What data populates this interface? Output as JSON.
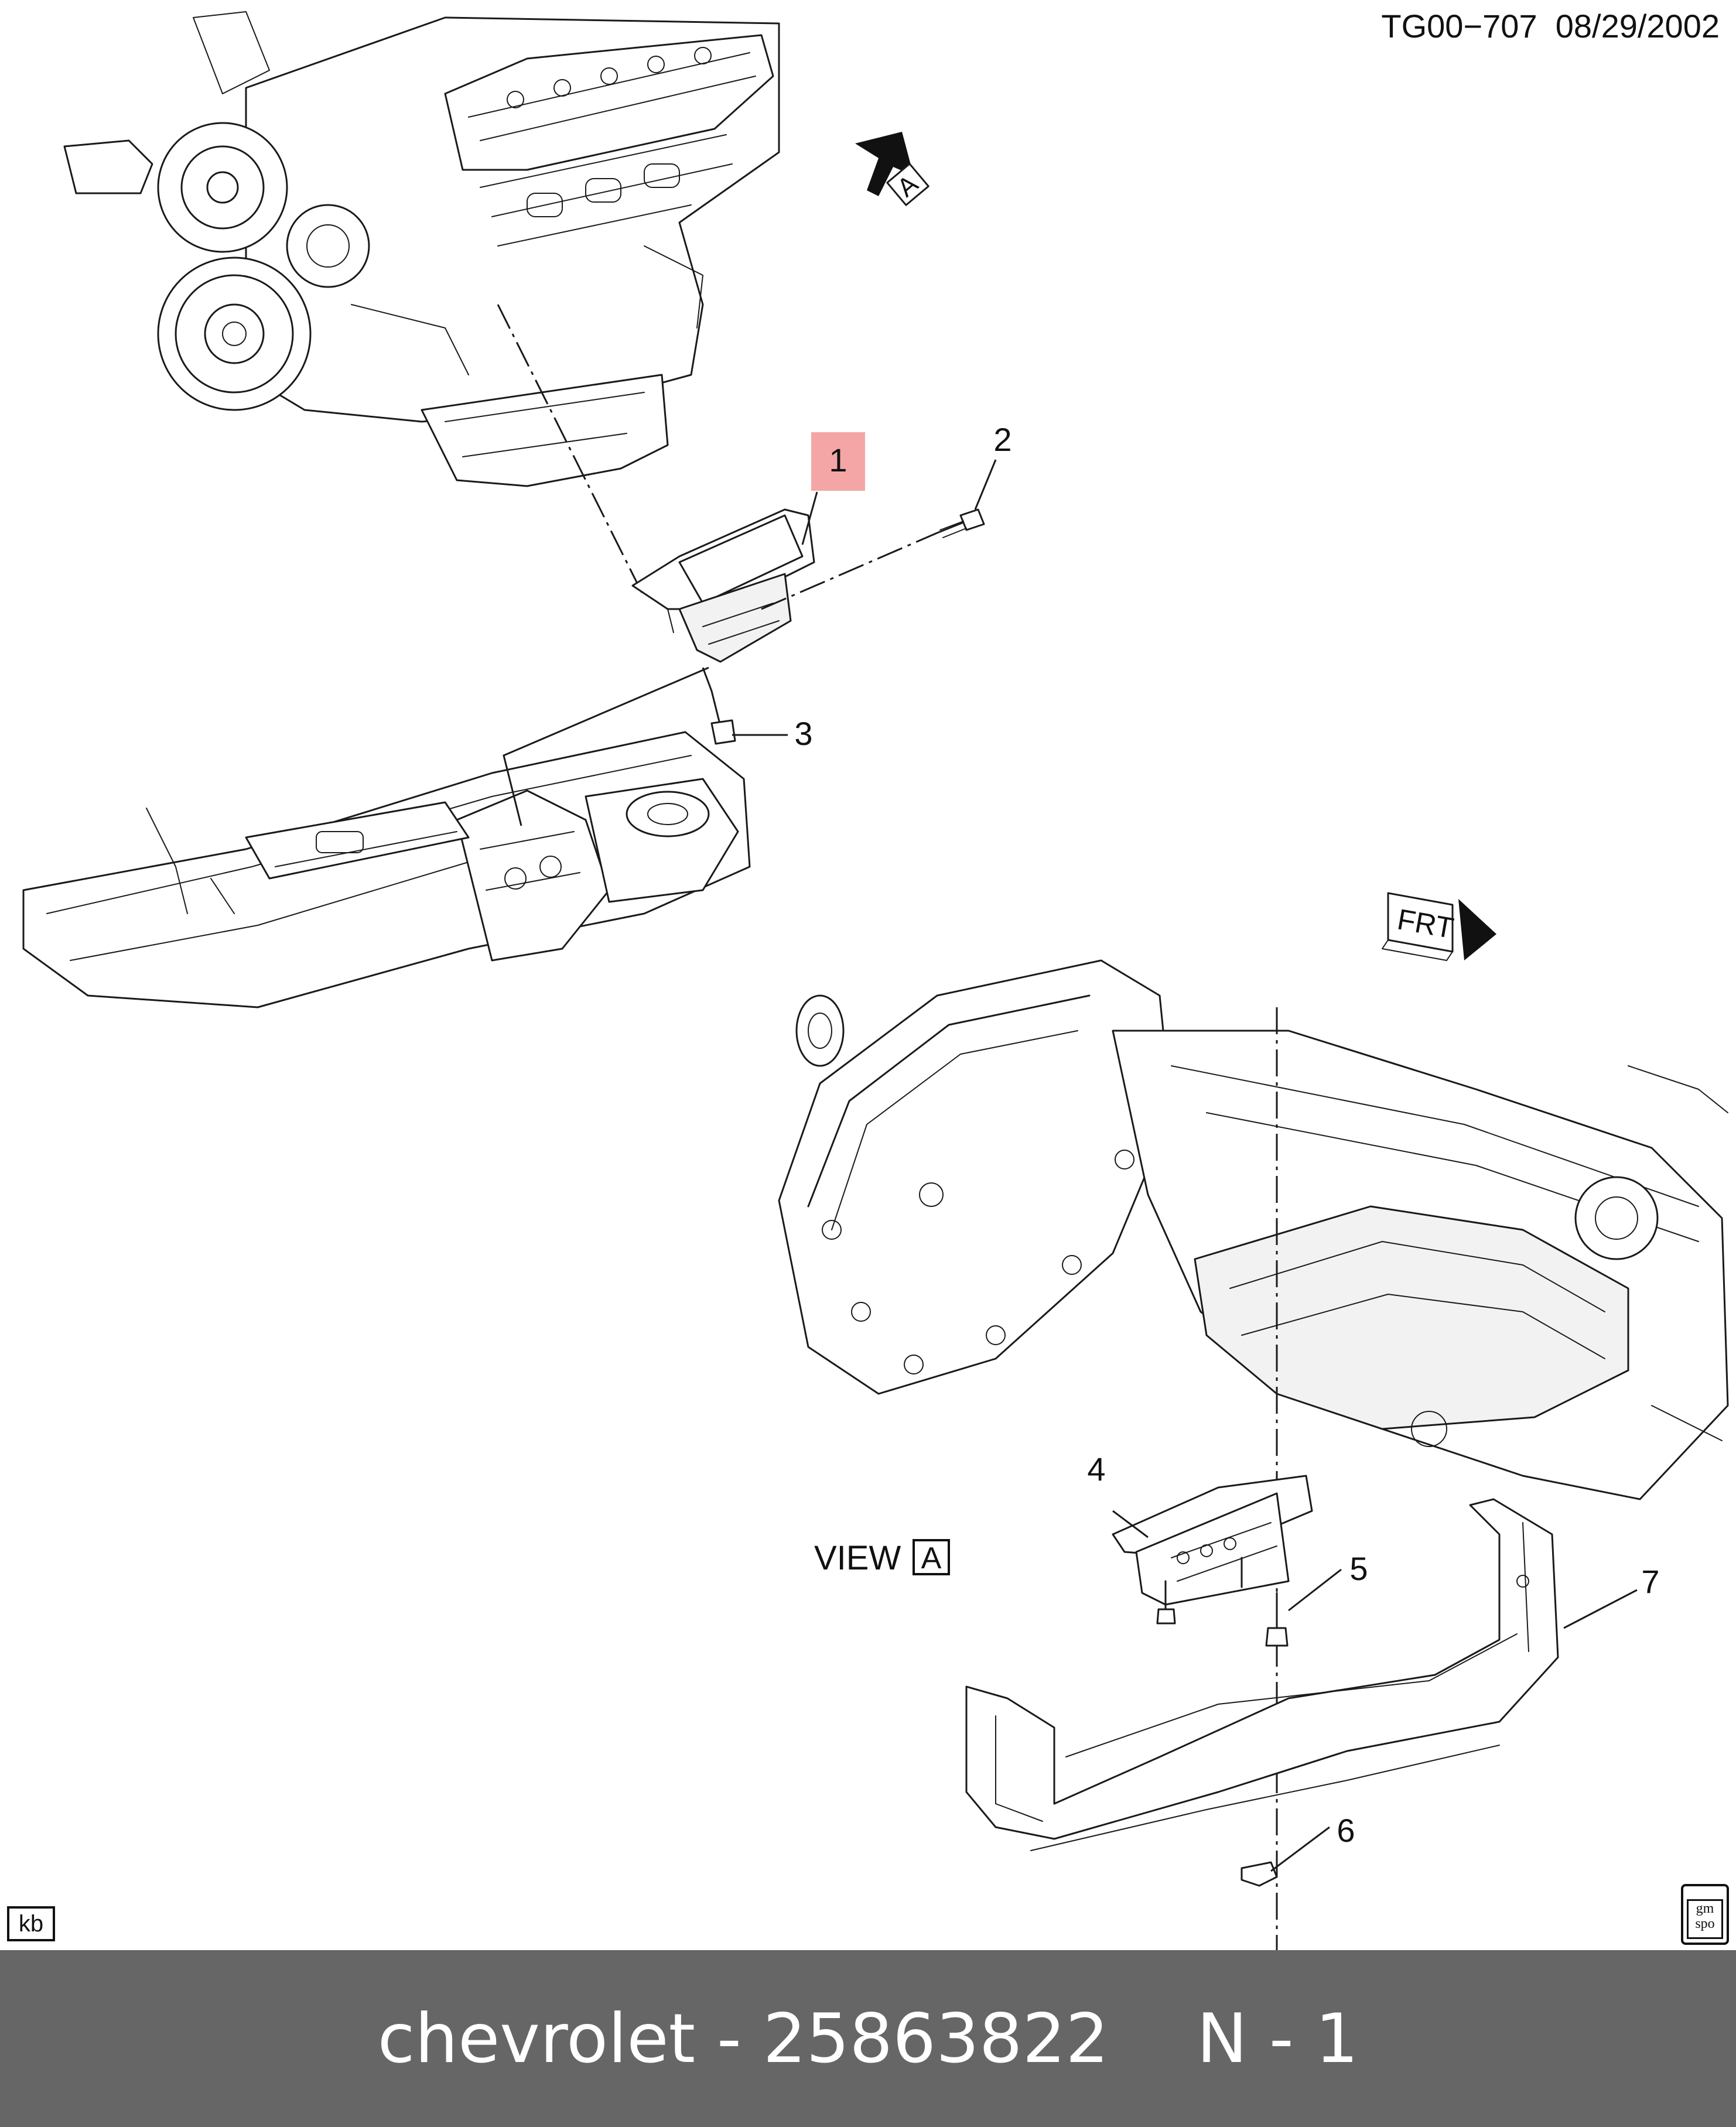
{
  "header": {
    "drawing_id": "TG00−707",
    "date": "08/29/2002"
  },
  "diagram": {
    "view_label": "VIEW",
    "view_ref": "A",
    "arrow_ref": "A",
    "front_marker": "FRT",
    "callouts": [
      {
        "number": "1",
        "highlighted": true,
        "highlight_color": "#f4a6a6"
      },
      {
        "number": "2"
      },
      {
        "number": "3"
      },
      {
        "number": "4"
      },
      {
        "number": "5"
      },
      {
        "number": "6"
      },
      {
        "number": "7"
      }
    ],
    "corner_badge_left": "kb",
    "corner_badge_right_line1": "gm",
    "corner_badge_right_line2": "spo"
  },
  "caption": {
    "part_text": "chevrolet - 25863822",
    "qty_text": "N - 1",
    "bar_color": "#666666"
  }
}
